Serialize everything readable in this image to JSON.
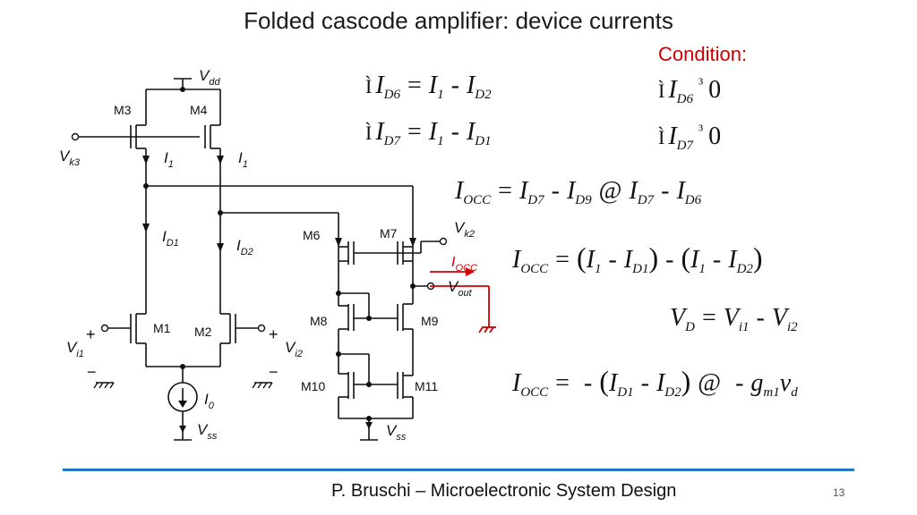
{
  "slide": {
    "title": "Folded cascode amplifier: device currents",
    "condition_label": "Condition:",
    "footer": "P. Bruschi – Microelectronic System Design",
    "page_number": "13"
  },
  "circuit_labels": {
    "vdd": "dd",
    "vss_left": "ss",
    "vss_right": "ss",
    "m1": "M1",
    "m2": "M2",
    "m3": "M3",
    "m4": "M4",
    "m6": "M6",
    "m7": "M7",
    "m8": "M8",
    "m9": "M9",
    "m10": "M10",
    "m11": "M11",
    "vk3_sub": "k3",
    "vk2_sub": "k2",
    "i1_sub": "1",
    "id1_sub": "D1",
    "id2_sub": "D2",
    "i0_sub": "0",
    "vi1_sub": "i1",
    "vi2_sub": "i2",
    "iocc_sub": "OCC",
    "vout_sub": "out",
    "plus": "+",
    "minus": "−"
  },
  "equations": {
    "system_mark": "Ì",
    "eq_id6": {
      "lhs": "I",
      "lhs_sub": "D6",
      "a": "I",
      "a_sub": "1",
      "b": "I",
      "b_sub": "D2"
    },
    "eq_id7": {
      "lhs": "I",
      "lhs_sub": "D7",
      "a": "I",
      "a_sub": "1",
      "b": "I",
      "b_sub": "D1"
    },
    "cond_id6": {
      "lhs": "I",
      "lhs_sub": "D6",
      "rel": "³",
      "rhs": "0"
    },
    "cond_id7": {
      "lhs": "I",
      "lhs_sub": "D7",
      "rel": "³",
      "rhs": "0"
    },
    "iocc_def": {
      "lhs": "I",
      "lhs_sub": "OCC",
      "a": "I",
      "a_sub": "D7",
      "b": "I",
      "b_sub": "D9",
      "approx": "@",
      "c": "I",
      "c_sub": "D7",
      "d": "I",
      "d_sub": "D6"
    },
    "iocc_expand": {
      "lhs": "I",
      "lhs_sub": "OCC",
      "a": "I",
      "a_sub": "1",
      "b": "I",
      "b_sub": "D1",
      "c": "I",
      "c_sub": "1",
      "d": "I",
      "d_sub": "D2"
    },
    "vd_def": {
      "lhs": "V",
      "lhs_sub": "D",
      "a": "V",
      "a_sub": "i1",
      "b": "V",
      "b_sub": "i2"
    },
    "iocc_final": {
      "lhs": "I",
      "lhs_sub": "OCC",
      "a": "I",
      "a_sub": "D1",
      "b": "I",
      "b_sub": "D2",
      "approx": "@",
      "g": "g",
      "g_sub": "m1",
      "v": "v",
      "v_sub": "d"
    },
    "op_eq": "=",
    "op_minus": "-"
  },
  "colors": {
    "accent_red": "#d00000",
    "footer_rule": "#1f74c4"
  }
}
